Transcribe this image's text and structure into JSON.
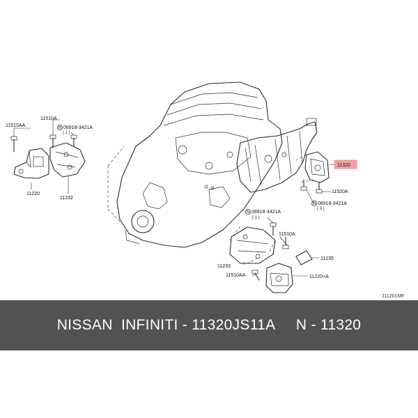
{
  "labels": {
    "p11510AA_top": "11510AA",
    "p11510A_top": "11510A",
    "p08918_left": "08918-3421A",
    "p08918_left_qty": "( 1 )",
    "p11220": "11220",
    "p11232": "11232",
    "p11320": "11320",
    "p11520A": "11520A",
    "p08918_right": "08918-3421A",
    "p08918_right_qty": "( 3 )",
    "p08918_mid": "08918-3421A",
    "p08918_mid_qty": "( 1 )",
    "p11510A_mid": "11510A",
    "p11235": "11235",
    "p11233": "11233",
    "p11510AA_bottom": "11510AA",
    "p11220A": "11220+A",
    "diagram_code": "J11201MF"
  },
  "nut_symbol": "N",
  "highlight_color": "#f3a3a3",
  "banner": {
    "text": "NISSAN  INFINITI - 11320JS11A     N - 11320",
    "background": "#525252",
    "text_color": "#ffffff"
  }
}
